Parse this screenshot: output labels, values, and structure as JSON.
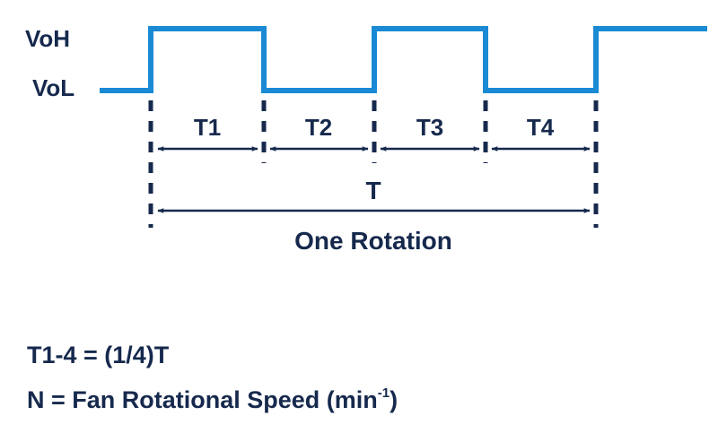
{
  "levels": {
    "high": "VoH",
    "low": "VoL"
  },
  "segments": [
    {
      "label": "T1"
    },
    {
      "label": "T2"
    },
    {
      "label": "T3"
    },
    {
      "label": "T4"
    }
  ],
  "period_label": "T",
  "rotation_label": "One Rotation",
  "formulas": {
    "segment_relation": "T1-4 = (1/4)T",
    "speed_prefix": "N = Fan Rotational Speed (min",
    "speed_superscript": "-1",
    "speed_suffix": ")"
  },
  "colors": {
    "signal": "#1a8ad4",
    "ink": "#16294d",
    "background": "#ffffff"
  }
}
